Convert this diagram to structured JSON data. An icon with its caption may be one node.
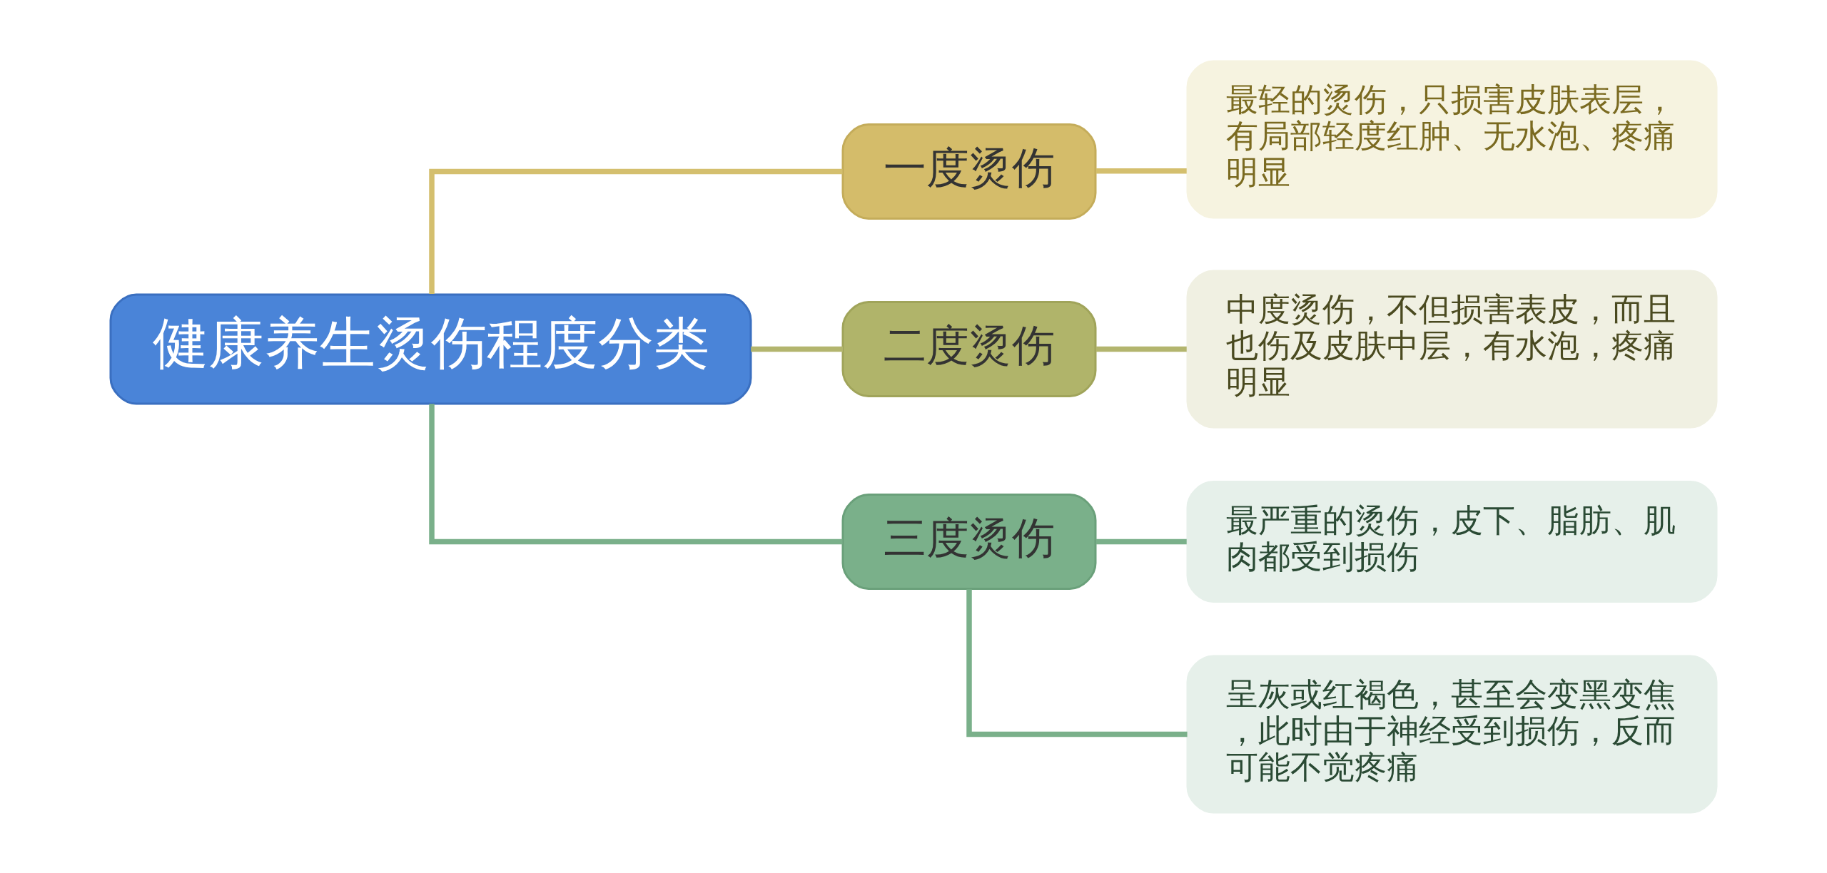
{
  "diagram": {
    "nodes": [
      {
        "text": [
          "健康养生烫伤程度分类"
        ]
      },
      {
        "text": [
          "一度烫伤"
        ]
      },
      {
        "text": [
          "二度烫伤"
        ]
      },
      {
        "text": [
          "三度烫伤"
        ]
      },
      {
        "text": [
          "最轻的烫伤，只损害皮肤表层，有局部轻度红肿、无水泡、疼痛明显"
        ]
      },
      {
        "text": [
          "中度烫伤，不但损害表皮，而且也伤及皮肤中层，有水泡，疼痛明显"
        ]
      },
      {
        "text": [
          "最严重的烫伤，皮下、脂肪、肌肉都受到损伤"
        ]
      },
      {
        "text": [
          "呈灰或红褐色，甚至会变黑变焦，此时由于神经受到损伤，反而可能不觉疼痛"
        ]
      }
    ],
    "edges": [
      {
        "from": 0,
        "to": 1,
        "arrow": "none",
        "color": "#d4bf6e"
      },
      {
        "from": 0,
        "to": 2,
        "arrow": "none",
        "color": "#b3b56e"
      },
      {
        "from": 0,
        "to": 3,
        "arrow": "none"
      },
      {
        "from": 1,
        "to": 4,
        "arrow": "none",
        "color": "#d4bf6e"
      },
      {
        "from": 2,
        "to": 5,
        "arrow": "none",
        "color": "#b3b56e"
      },
      {
        "from": 3,
        "to": 6,
        "arrow": "none"
      },
      {
        "from": 3,
        "to": 7,
        "arrow": "none"
      }
    ]
  }
}
